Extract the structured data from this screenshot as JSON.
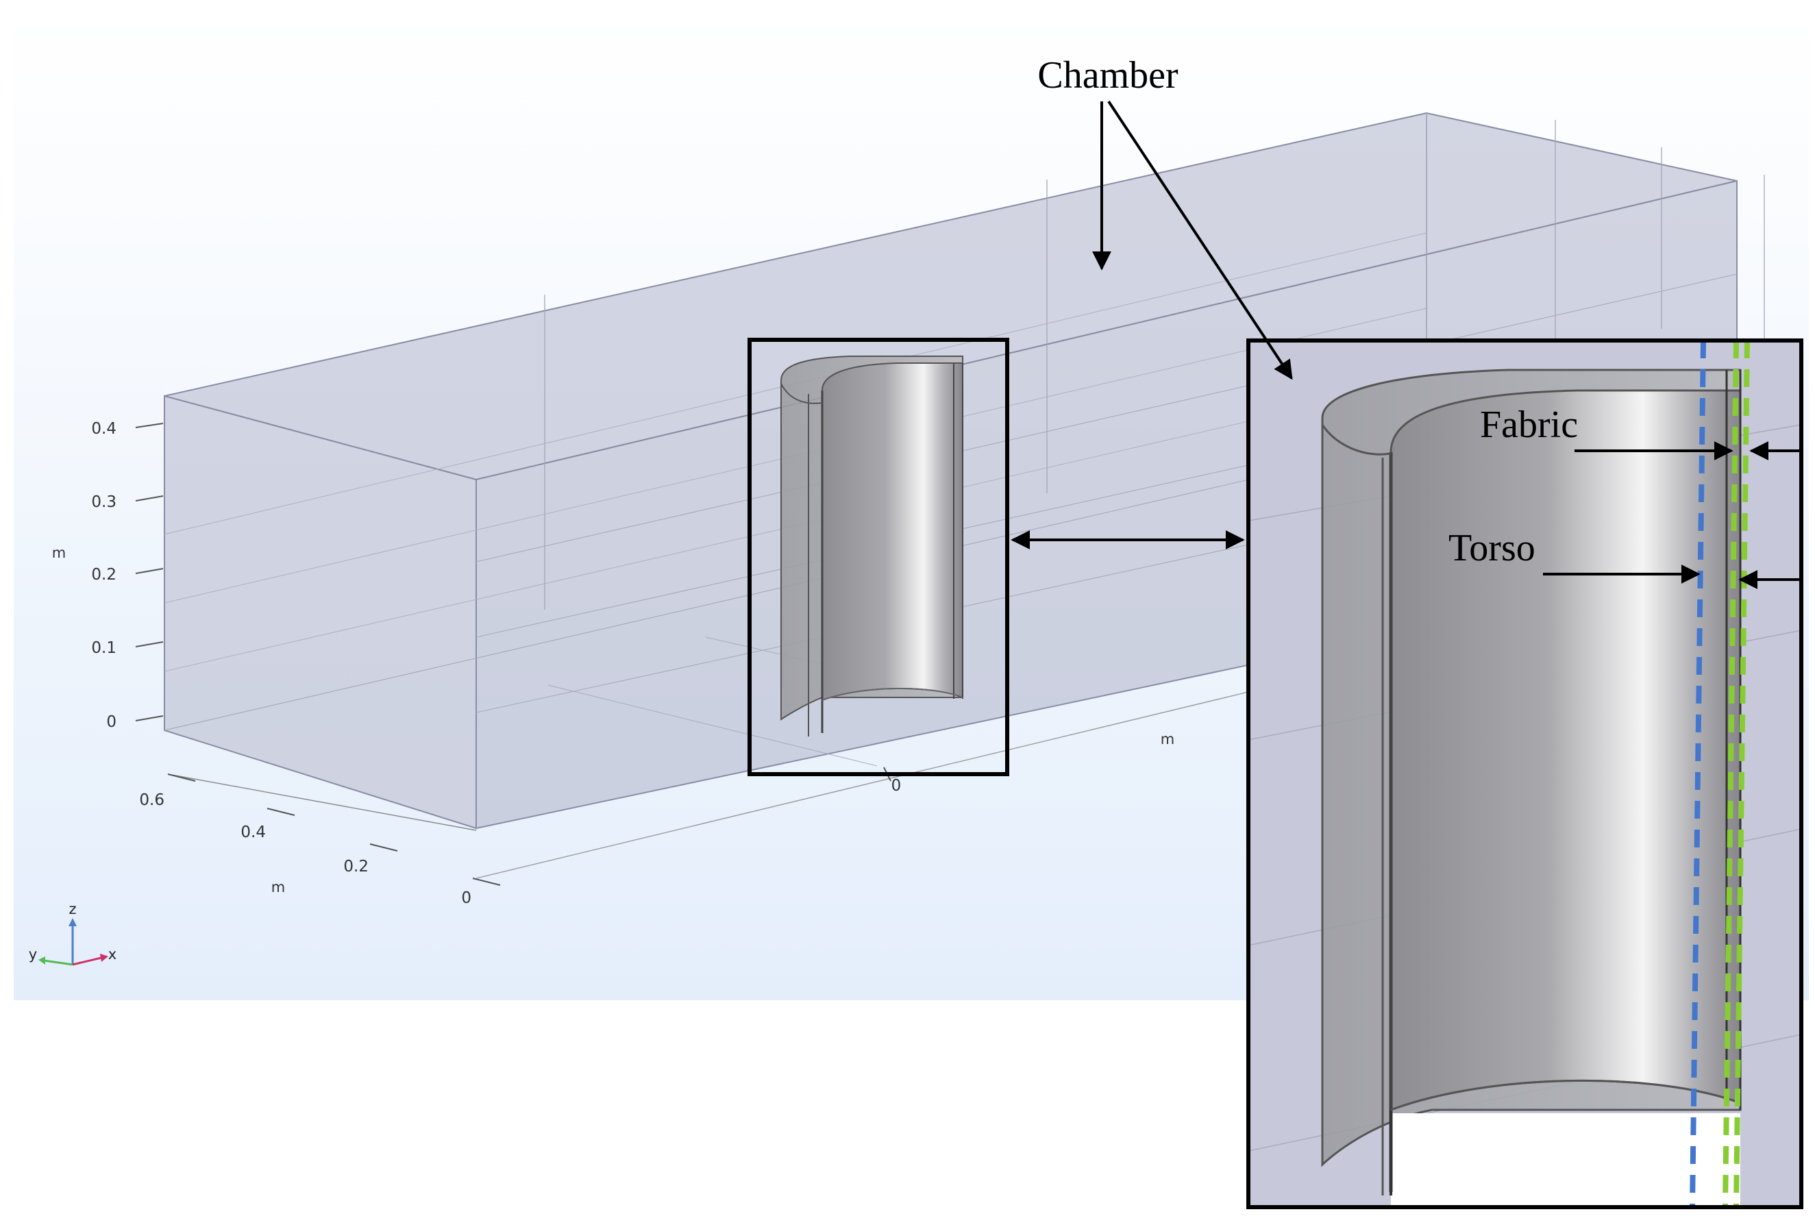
{
  "labels": {
    "chamber": "Chamber",
    "fabric": "Fabric",
    "torso": "Torso"
  },
  "axes": {
    "z_unit": "m",
    "y_unit": "m",
    "x_unit": "m",
    "z_ticks": [
      "0.4",
      "0.3",
      "0.2",
      "0.1",
      "0"
    ],
    "y_ticks": [
      "0.6",
      "0.4",
      "0.2",
      "0"
    ],
    "x_ticks": [
      "0"
    ]
  },
  "triad": {
    "z": "z",
    "y": "y",
    "x": "x"
  },
  "colors": {
    "background_top": "#ffffff",
    "background_bottom": "#e6f0fc",
    "chamber_fill": "#b9bccf",
    "chamber_edge": "#8a8ca4",
    "cylinder": "#9c9c9c",
    "torso_dash": "#4477cc",
    "fabric_dash": "#88cc33",
    "frame": "#000000"
  }
}
